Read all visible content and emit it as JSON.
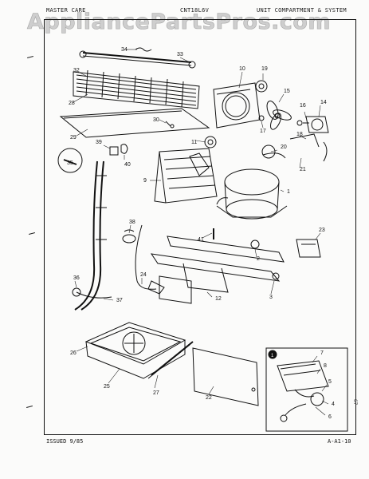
{
  "header": {
    "left": "MASTER CARE",
    "model": "CNT18L6V",
    "section": "UNIT COMPARTMENT & SYSTEM"
  },
  "watermark": "AppliancePartsPros.com",
  "footer": {
    "issued": "ISSUED 9/85",
    "page_code": "A-A1-10"
  },
  "side_code": "67",
  "inset_label": "1",
  "callouts": [
    "34",
    "33",
    "32",
    "28",
    "29",
    "30",
    "10",
    "19",
    "15",
    "16",
    "14",
    "18",
    "17",
    "11",
    "39",
    "40",
    "35",
    "9",
    "20",
    "21",
    "1",
    "38",
    "41",
    "23",
    "2",
    "12",
    "24",
    "36",
    "37",
    "3",
    "26",
    "25",
    "27",
    "22",
    "7",
    "8",
    "5",
    "4",
    "6"
  ]
}
